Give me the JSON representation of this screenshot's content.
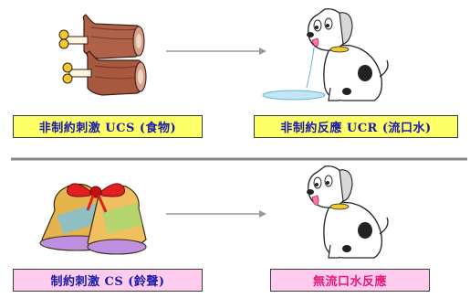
{
  "top_row": {
    "stimulus_label": "非制約刺激 UCS (食物)",
    "response_label": "非制約反應 UCR (流口水)"
  },
  "bottom_row": {
    "stimulus_label": "制約刺激 CS (鈴聲)",
    "response_label": "無流口水反應"
  },
  "colors": {
    "yellow_label": "#ffff66",
    "pink_label": "#ffccee",
    "label_text": "#1a1aa8",
    "highlight_text": "#e8187a",
    "divider": "#888888",
    "arrow": "#999999"
  },
  "icons": [
    "meat-icon",
    "dog-drooling-icon",
    "bells-icon",
    "dog-icon",
    "arrow-right-icon"
  ]
}
